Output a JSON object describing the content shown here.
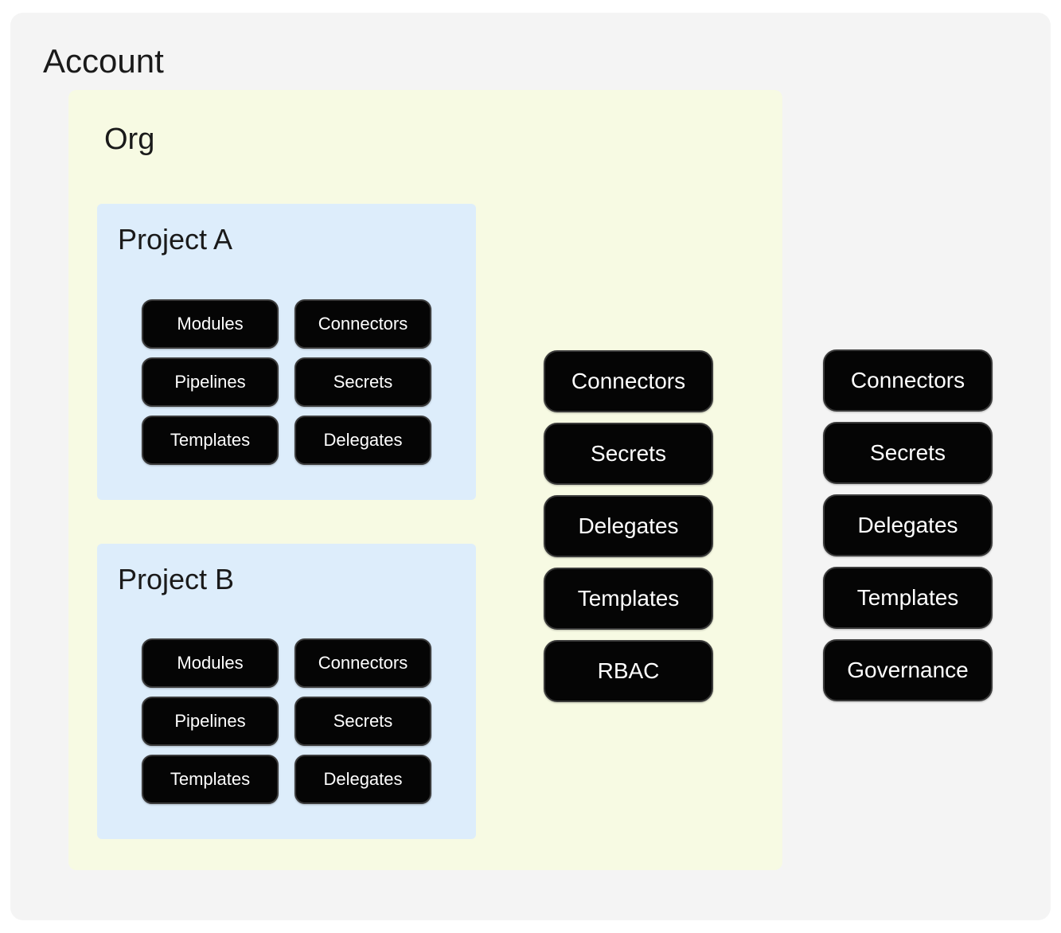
{
  "colors": {
    "page-bg": "#ffffff",
    "account-bg": "#f4f4f4",
    "org-bg": "#f7fae3",
    "project-bg": "#ddedfb",
    "pill-bg": "#050505",
    "pill-border": "#3a3a3a",
    "pill-text": "#ffffff",
    "title-text": "#1a1a1a"
  },
  "account": {
    "label": "Account",
    "pills": [
      "Connectors",
      "Secrets",
      "Delegates",
      "Templates",
      "Governance"
    ]
  },
  "org": {
    "label": "Org",
    "pills": [
      "Connectors",
      "Secrets",
      "Delegates",
      "Templates",
      "RBAC"
    ]
  },
  "projects": [
    {
      "label": "Project A",
      "pills": [
        "Modules",
        "Connectors",
        "Pipelines",
        "Secrets",
        "Templates",
        "Delegates"
      ]
    },
    {
      "label": "Project B",
      "pills": [
        "Modules",
        "Connectors",
        "Pipelines",
        "Secrets",
        "Templates",
        "Delegates"
      ]
    }
  ]
}
